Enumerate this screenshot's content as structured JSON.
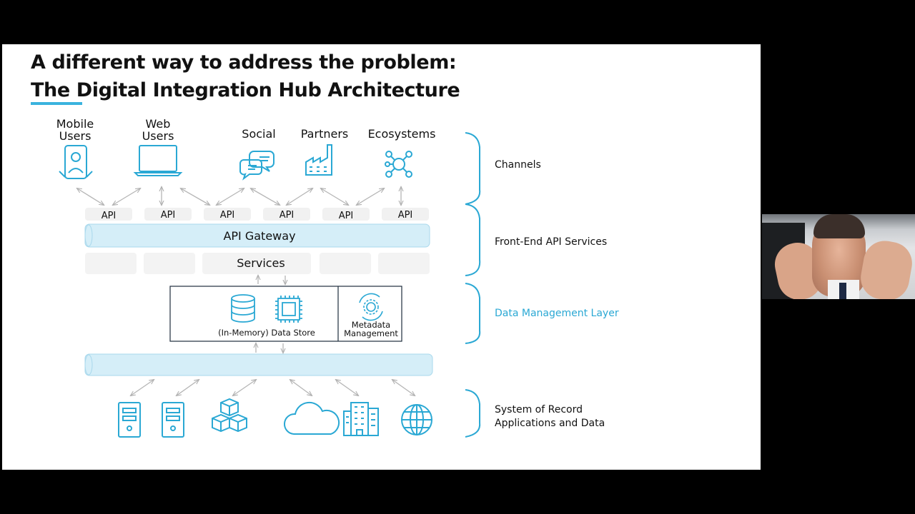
{
  "title": {
    "line1": "A different way to address the problem:",
    "line2": "The Digital Integration Hub Architecture"
  },
  "channels": [
    {
      "label_line1": "Mobile",
      "label_line2": "Users",
      "icon": "mobile-user-icon"
    },
    {
      "label_line1": "Web",
      "label_line2": "Users",
      "icon": "laptop-icon"
    },
    {
      "label_line1": "Social",
      "label_line2": "",
      "icon": "chat-bubbles-icon"
    },
    {
      "label_line1": "Partners",
      "label_line2": "",
      "icon": "factory-icon"
    },
    {
      "label_line1": "Ecosystems",
      "label_line2": "",
      "icon": "network-hub-icon"
    }
  ],
  "api_boxes": [
    "API",
    "API",
    "API",
    "API",
    "API",
    "API"
  ],
  "api_gateway": "API Gateway",
  "services": "Services",
  "data_store": "(In-Memory) Data Store",
  "metadata": {
    "line1": "Metadata",
    "line2": "Management"
  },
  "systems_icons": [
    "server-icon",
    "server-icon",
    "cubes-icon",
    "cloud-icon",
    "buildings-icon",
    "globe-icon"
  ],
  "sections": [
    {
      "label": "Channels",
      "accent": false
    },
    {
      "label": "Front-End API Services",
      "accent": false
    },
    {
      "label": "Data Management Layer",
      "accent": true
    },
    {
      "label_line1": "System of Record",
      "label_line2": "Applications and Data",
      "accent": false
    }
  ],
  "colors": {
    "accent": "#2aa8d4",
    "bar_fill": "#d5eef8",
    "box_fill": "#f1f1f1",
    "arrow": "#b5b5b5",
    "background": "#000000"
  }
}
